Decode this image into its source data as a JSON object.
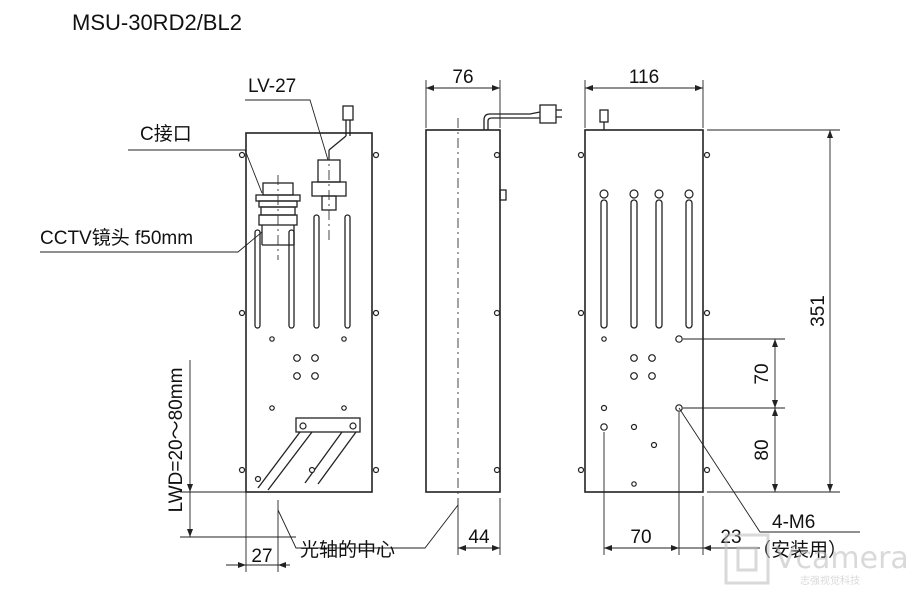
{
  "title": "MSU-30RD2/BL2",
  "labels": {
    "lv27": "LV-27",
    "c_mount": "C接口",
    "lens": "CCTV镜头 f50mm",
    "lwd": "LWD=20～80mm",
    "optical_center": "光轴的中心",
    "mount_holes": "4-M6",
    "mount_note": "（安装用）"
  },
  "dimensions": {
    "side_width": "76",
    "back_width": "116",
    "height": "351",
    "v70": "70",
    "v80": "80",
    "h27": "27",
    "h44": "44",
    "h70": "70",
    "h23": "23"
  },
  "watermark": {
    "brand": "Vcamera",
    "tagline": "志强视觉科技"
  }
}
